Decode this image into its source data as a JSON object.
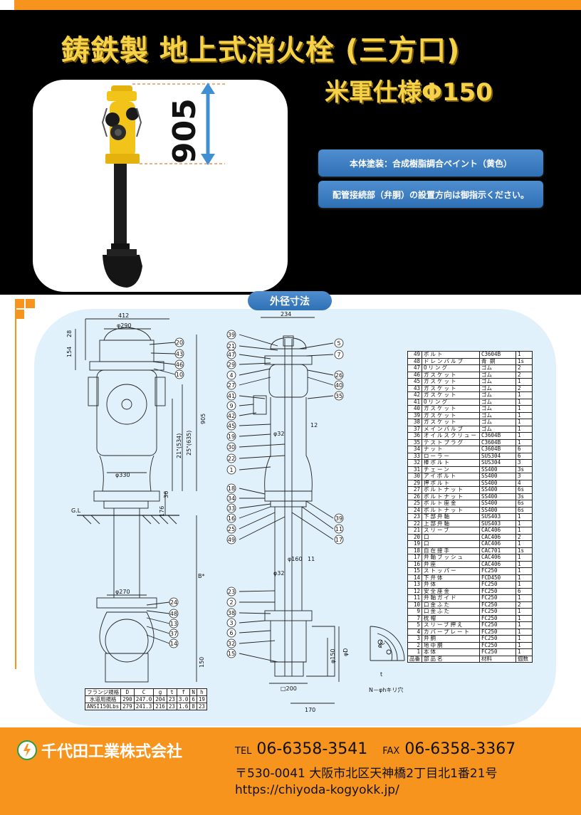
{
  "header": {
    "title_line1": "鋳鉄製 地上式消火栓 (三方口)",
    "title_line2": "米軍仕様Φ150",
    "height_dimension": "905",
    "notes": [
      "本体塗装：合成樹脂調合ペイント（黄色）",
      "配管接続部（弁胴）の設置方向は御指示ください。"
    ]
  },
  "section_label": "外径寸法",
  "drawing": {
    "dims": {
      "w412": "412",
      "w290": "φ290",
      "d28": "28",
      "d154": "154",
      "d905": "905",
      "d635": "25\"(635)",
      "d534": "21\"(534)",
      "w330": "φ330",
      "d36": "36",
      "d176": "176",
      "gl": "G.L",
      "bstar": "B*",
      "w270": "φ270",
      "d150": "150",
      "w234": "234",
      "w32a": "φ32",
      "d12": "12",
      "w160": "φ160",
      "d11": "11",
      "w32b": "φ32",
      "w150": "φ150",
      "wD": "φD",
      "wC": "φC",
      "sq200": "□200",
      "w170": "170",
      "bolt_note": "N－φhキリ穴",
      "t": "t"
    },
    "callouts_left": [
      "20",
      "43",
      "46",
      "10",
      "24",
      "48",
      "13",
      "37",
      "14"
    ],
    "callouts_mid_left": [
      "39",
      "21",
      "47",
      "29",
      "4",
      "27",
      "41",
      "9",
      "42",
      "45",
      "19",
      "30",
      "22",
      "1",
      "18",
      "34",
      "33",
      "16",
      "25",
      "49",
      "23",
      "2",
      "38",
      "3",
      "6",
      "32",
      "15"
    ],
    "callouts_mid_right": [
      "5",
      "7",
      "26",
      "40",
      "35",
      "39",
      "11",
      "17"
    ]
  },
  "parts_table": {
    "rows": [
      [
        "49",
        "ボルト",
        "C3604B",
        "1"
      ],
      [
        "48",
        "ドレンバルブ",
        "青 銅",
        "1s"
      ],
      [
        "47",
        "Oリング",
        "ゴム",
        "2"
      ],
      [
        "46",
        "ガスケット",
        "ゴム",
        "2"
      ],
      [
        "45",
        "ガスケット",
        "ゴム",
        "1"
      ],
      [
        "43",
        "ガスケット",
        "ゴム",
        "2"
      ],
      [
        "42",
        "ガスケット",
        "ゴム",
        "1"
      ],
      [
        "41",
        "Oリング",
        "ゴム",
        "1"
      ],
      [
        "40",
        "ガスケット",
        "ゴム",
        "1"
      ],
      [
        "39",
        "ガスケット",
        "ゴム",
        "1"
      ],
      [
        "38",
        "ガスケット",
        "ゴム",
        "1"
      ],
      [
        "37",
        "メインバルブ",
        "ゴム",
        "1"
      ],
      [
        "36",
        "オイルスクリュー",
        "C3604B",
        "1"
      ],
      [
        "35",
        "テストプラグ",
        "C3604B",
        "1"
      ],
      [
        "34",
        "ナット",
        "C3604B",
        "6"
      ],
      [
        "33",
        "ローラー",
        "SUS304",
        "6"
      ],
      [
        "32",
        "棒ボルト",
        "SUS304",
        "3"
      ],
      [
        "31",
        "チェーン",
        "SS400",
        "3s"
      ],
      [
        "30",
        "アイボルト",
        "SS400",
        "3"
      ],
      [
        "29",
        "押ボルト",
        "SS400",
        "4"
      ],
      [
        "27",
        "ボルトナット",
        "SS400",
        "6s"
      ],
      [
        "26",
        "ボルトナット",
        "SS400",
        "3s"
      ],
      [
        "25",
        "ボルト座金",
        "SS400",
        "6s"
      ],
      [
        "24",
        "ボルトナット",
        "SS400",
        "6s"
      ],
      [
        "23",
        "下部弁軸",
        "SUS403",
        "1"
      ],
      [
        "22",
        "上部弁軸",
        "SUS403",
        "1"
      ],
      [
        "21",
        "スリーブ",
        "CAC406",
        "1"
      ],
      [
        "20",
        "口",
        "CAC406",
        "2"
      ],
      [
        "19",
        "口",
        "CAC406",
        "1"
      ],
      [
        "18",
        "自在接手",
        "CAC701",
        "1s"
      ],
      [
        "17",
        "弁軸ブッシュ",
        "CAC406",
        "1"
      ],
      [
        "16",
        "弁座",
        "CAC406",
        "1"
      ],
      [
        "15",
        "ストッパー",
        "FC250",
        "1"
      ],
      [
        "14",
        "下弁体",
        "FCD450",
        "1"
      ],
      [
        "13",
        "弁体",
        "FC250",
        "1"
      ],
      [
        "12",
        "安全座金",
        "FC250",
        "6"
      ],
      [
        "11",
        "弁軸ガイド",
        "FC250",
        "1"
      ],
      [
        "10",
        "口金ふた",
        "FC250",
        "2"
      ],
      [
        "9",
        "口金ふた",
        "FC250",
        "1"
      ],
      [
        "7",
        "枕帽",
        "FC250",
        "1"
      ],
      [
        "5",
        "スリーブ押え",
        "FC250",
        "1"
      ],
      [
        "4",
        "カバープレート",
        "FC250",
        "1"
      ],
      [
        "3",
        "弁胴",
        "FC250",
        "1"
      ],
      [
        "2",
        "地中胴",
        "FC250",
        "1"
      ],
      [
        "1",
        "本体",
        "FC250",
        "1"
      ]
    ],
    "footer": [
      "品番",
      "部品名",
      "材料",
      "個数"
    ]
  },
  "flange_table": {
    "header": [
      "フランジ規格",
      "D",
      "C",
      "g",
      "t",
      "f",
      "N",
      "h"
    ],
    "rows": [
      [
        "水道用規格",
        "290",
        "247.0",
        "204",
        "23",
        "3.0",
        "6",
        "19"
      ],
      [
        "ANSI150Lbs",
        "279",
        "241.3",
        "216",
        "23",
        "1.6",
        "8",
        "23"
      ]
    ]
  },
  "footer": {
    "company": "千代田工業株式会社",
    "tel_label": "TEL",
    "tel": "06-6358-3541",
    "fax_label": "FAX",
    "fax": "06-6358-3367",
    "address": "〒530-0041 大阪市北区天神橋2丁目北1番21号",
    "url": "https://chiyoda-kogyokk.jp/"
  },
  "colors": {
    "accent_orange": "#f7941d",
    "title_yellow": "#f5d24a",
    "hydrant_yellow": "#f2c318",
    "note_blue": "#2f6fb5",
    "drawing_bg": "#e1f1fb"
  }
}
